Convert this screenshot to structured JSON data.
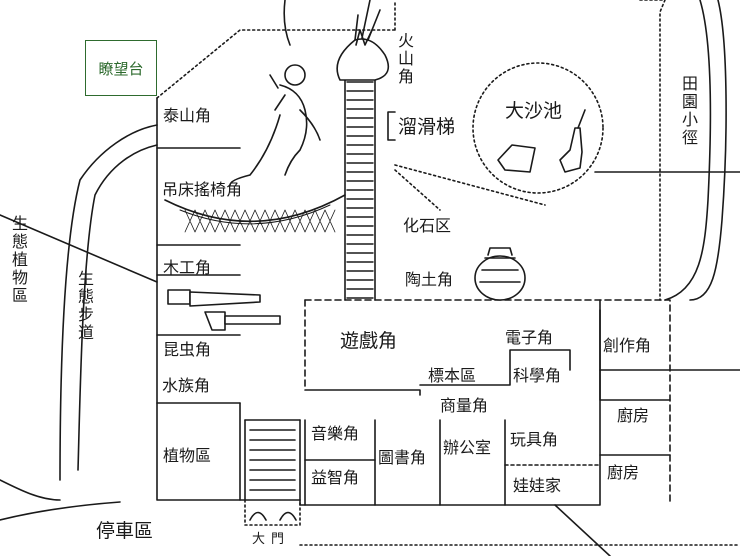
{
  "lookout_tower": "瞭望台",
  "zones": {
    "taishan": "泰山角",
    "hammock": "吊床搖椅角",
    "woodwork": "木工角",
    "insects": "昆虫角",
    "aquatic": "水族角",
    "plants_area": "植物區",
    "music": "音樂角",
    "puzzle": "益智角",
    "library": "圖書角",
    "office": "辦公室",
    "toys": "玩具角",
    "dolls": "娃娃家",
    "kitchen": "廚房",
    "cafeteria": "廚房",
    "games": "遊戲角",
    "specimen": "標本區",
    "discussion": "商量角",
    "electronics": "電子角",
    "science": "科學角",
    "creation": "創作角",
    "fossil": "化石区",
    "pottery": "陶土角",
    "slide": "溜滑梯",
    "volcano": "火山角",
    "sandpit": "大沙池",
    "garden_path": "田園小徑",
    "ecology_trail": "生態步道",
    "ecology_plants": "生態植物區",
    "parking": "停車區",
    "gate": "大門"
  },
  "icons": [
    "monkey-icon",
    "hammock-icon",
    "saw-icon",
    "hammer-icon",
    "volcano-icon",
    "bucket-icon",
    "shovel-icon",
    "pottery-jar-icon",
    "stairs-icon"
  ]
}
